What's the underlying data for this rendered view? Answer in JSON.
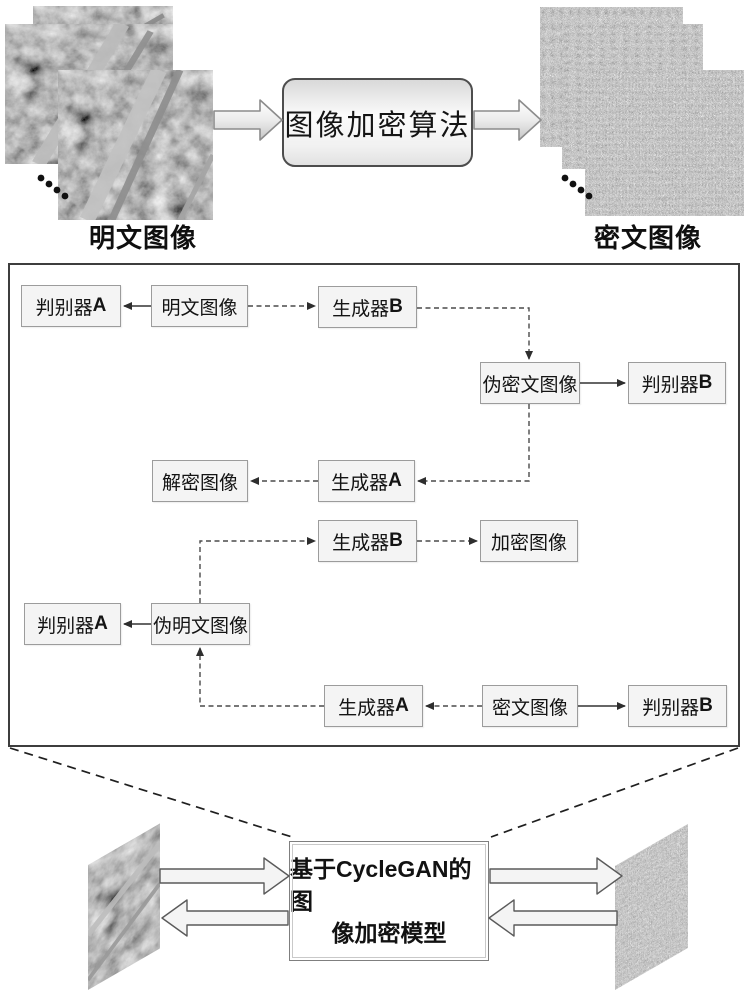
{
  "top": {
    "plaintext_label": "明文图像",
    "ciphertext_label": "密文图像",
    "algorithm_box": "图像加密算法"
  },
  "cyclegan": {
    "boxes": [
      {
        "cn": "判别器 ",
        "letter": "A"
      },
      {
        "cn": "明文图像",
        "letter": ""
      },
      {
        "cn": "生成器 ",
        "letter": "B"
      },
      {
        "cn": "伪密文图像",
        "letter": ""
      },
      {
        "cn": "判别器 ",
        "letter": "B"
      },
      {
        "cn": "解密图像",
        "letter": ""
      },
      {
        "cn": "生成器 ",
        "letter": "A"
      },
      {
        "cn": "生成器 ",
        "letter": "B"
      },
      {
        "cn": "加密图像",
        "letter": ""
      },
      {
        "cn": "判别器 ",
        "letter": "A"
      },
      {
        "cn": "伪明文图像",
        "letter": ""
      },
      {
        "cn": "生成器 ",
        "letter": "A"
      },
      {
        "cn": "密文图像",
        "letter": ""
      },
      {
        "cn": "判别器 ",
        "letter": "B"
      }
    ]
  },
  "bottom": {
    "model_line1": "基于CycleGAN的图",
    "model_line2": "像加密模型"
  },
  "colors": {
    "box_fill": "#f4f4f4",
    "box_border": "#9c9c9c",
    "line": "#4a4a4a",
    "frame_border": "#3d3d3d",
    "text": "#141414"
  }
}
